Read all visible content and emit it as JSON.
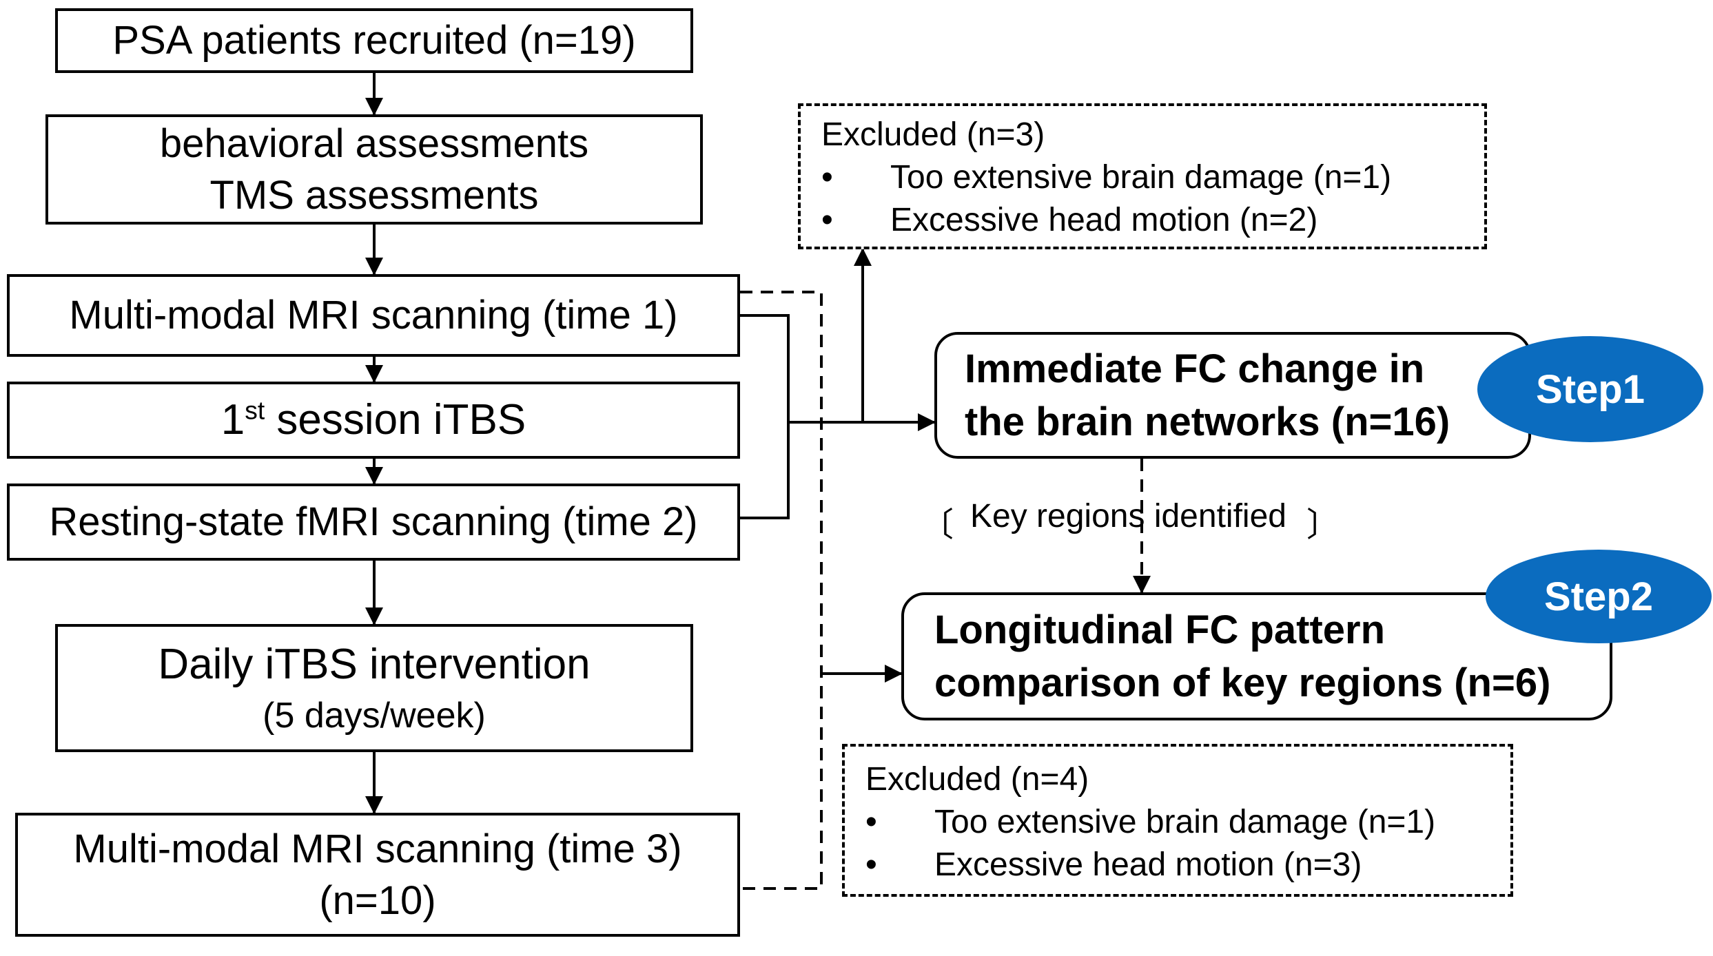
{
  "left_flow": {
    "recruited": "PSA patients recruited (n=19)",
    "assessments_line1": "behavioral assessments",
    "assessments_line2": "TMS assessments",
    "mri_time1": "Multi-modal MRI scanning (time 1)",
    "session_num": "1",
    "session_sup": "st",
    "session_rest": " session iTBS",
    "rest_time2": "Resting-state fMRI scanning (time 2)",
    "daily_line1": "Daily iTBS intervention",
    "daily_line2": "(5 days/week)",
    "mri_time3_line1": "Multi-modal MRI scanning (time 3)",
    "mri_time3_line2": "(n=10)"
  },
  "excluded_top": {
    "title": "Excluded (n=3)",
    "bullet": "•",
    "items": [
      "Too extensive brain damage (n=1)",
      "Excessive head motion (n=2)"
    ]
  },
  "step1": {
    "line1": "Immediate FC change in",
    "line2": "the brain networks (n=16)",
    "badge": "Step1"
  },
  "key_regions": {
    "open": "〔",
    "label": "Key regions identified",
    "close": "〕"
  },
  "step2": {
    "line1": "Longitudinal FC pattern",
    "line2": "comparison of key regions (n=6)",
    "badge": "Step2"
  },
  "excluded_bottom": {
    "title": "Excluded (n=4)",
    "bullet": "•",
    "items": [
      "Too extensive brain damage (n=1)",
      "Excessive head motion (n=3)"
    ]
  },
  "colors": {
    "badge": "#0b6cbf",
    "line": "#000000"
  }
}
